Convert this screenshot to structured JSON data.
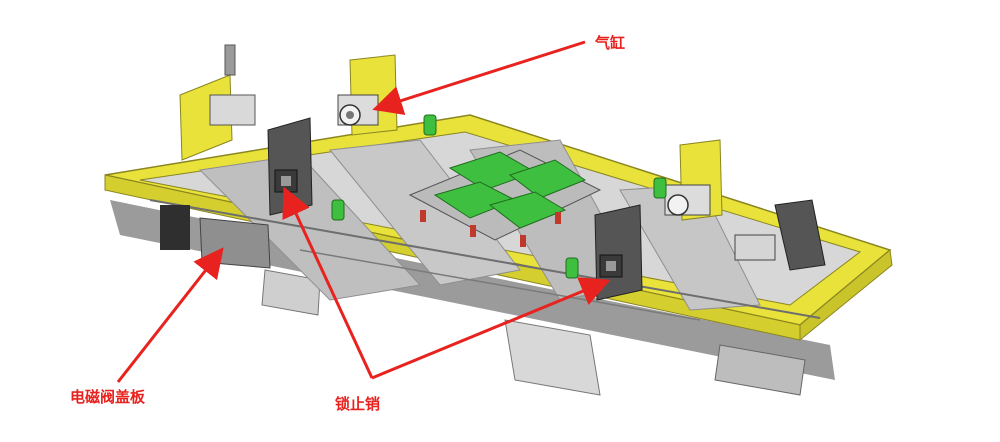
{
  "callouts": {
    "cylinder": "气缸",
    "lock_pin": "锁止销",
    "valve_cover": "电磁阀盖板"
  },
  "colors": {
    "frame_yellow": "#e8e23a",
    "frame_edge": "#8a8520",
    "steel_gray": "#c9c9c9",
    "dark_gray": "#4a4a4a",
    "fixture_green": "#3fbf3f",
    "annotation_red": "#e8231f"
  }
}
